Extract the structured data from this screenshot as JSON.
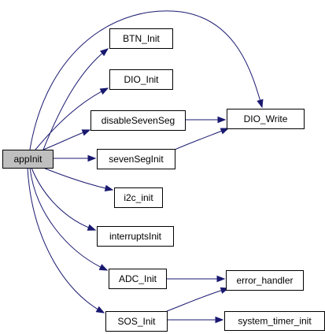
{
  "graph": {
    "edge_color": "#191970",
    "root_fill": "#bfbfbf",
    "nodes": [
      {
        "id": "appInit",
        "label": "appInit"
      },
      {
        "id": "BTN_Init",
        "label": "BTN_Init"
      },
      {
        "id": "DIO_Init",
        "label": "DIO_Init"
      },
      {
        "id": "disableSevenSeg",
        "label": "disableSevenSeg"
      },
      {
        "id": "sevenSegInit",
        "label": "sevenSegInit"
      },
      {
        "id": "i2c_init",
        "label": "i2c_init"
      },
      {
        "id": "interruptsInit",
        "label": "interruptsInit"
      },
      {
        "id": "ADC_Init",
        "label": "ADC_Init"
      },
      {
        "id": "SOS_Init",
        "label": "SOS_Init"
      },
      {
        "id": "DIO_Write",
        "label": "DIO_Write"
      },
      {
        "id": "error_handler",
        "label": "error_handler"
      },
      {
        "id": "system_timer_init",
        "label": "system_timer_init"
      }
    ],
    "edges": [
      {
        "from": "appInit",
        "to": "BTN_Init"
      },
      {
        "from": "appInit",
        "to": "DIO_Init"
      },
      {
        "from": "appInit",
        "to": "disableSevenSeg"
      },
      {
        "from": "appInit",
        "to": "sevenSegInit"
      },
      {
        "from": "appInit",
        "to": "i2c_init"
      },
      {
        "from": "appInit",
        "to": "interruptsInit"
      },
      {
        "from": "appInit",
        "to": "ADC_Init"
      },
      {
        "from": "appInit",
        "to": "SOS_Init"
      },
      {
        "from": "appInit",
        "to": "DIO_Write"
      },
      {
        "from": "disableSevenSeg",
        "to": "DIO_Write"
      },
      {
        "from": "sevenSegInit",
        "to": "DIO_Write"
      },
      {
        "from": "ADC_Init",
        "to": "error_handler"
      },
      {
        "from": "SOS_Init",
        "to": "error_handler"
      },
      {
        "from": "SOS_Init",
        "to": "system_timer_init"
      }
    ]
  }
}
